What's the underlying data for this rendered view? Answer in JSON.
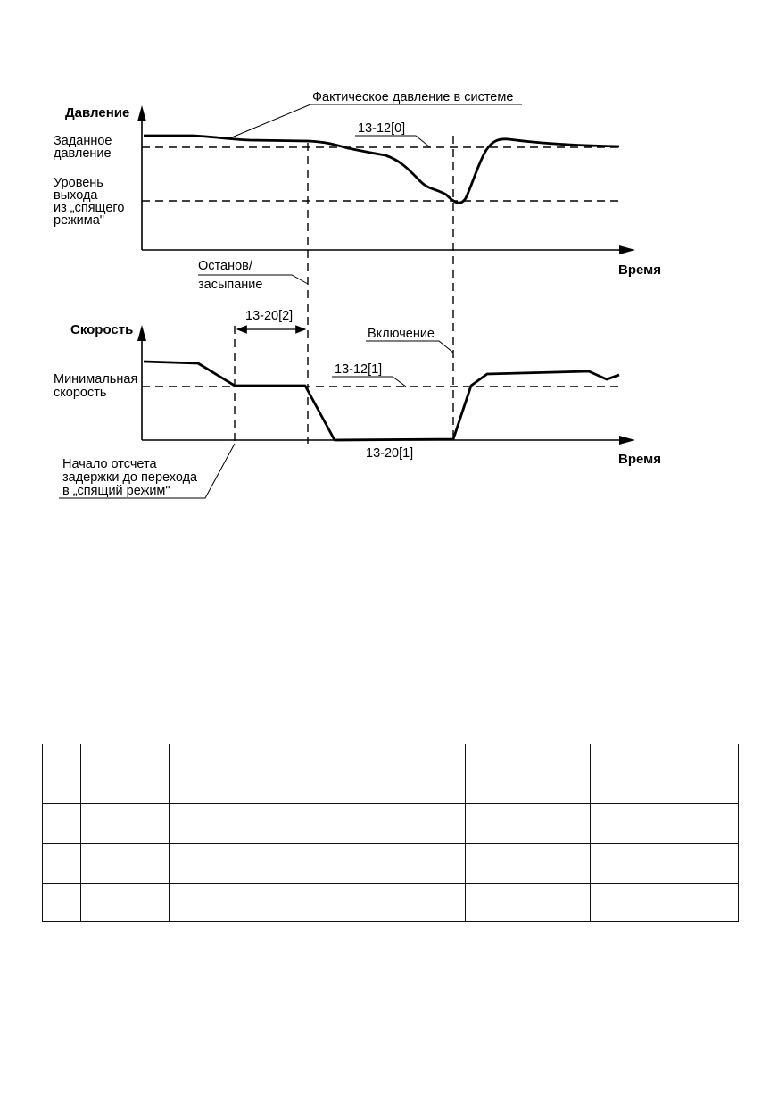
{
  "diagram": {
    "pressure_chart": {
      "y_axis_label": "Давление",
      "x_axis_label": "Время",
      "set_pressure_label": [
        "Заданное",
        "давление"
      ],
      "wake_level_label": [
        "Уровень",
        "выхода",
        "из „спящего",
        "режима\""
      ],
      "actual_pressure_label": "Фактическое давление в системе",
      "param_label": "13-12[0]",
      "stop_label": [
        "Останов/",
        "засыпание"
      ]
    },
    "speed_chart": {
      "y_axis_label": "Скорость",
      "x_axis_label": "Время",
      "min_speed_label": [
        "Минимальная",
        "скорость"
      ],
      "delay_param_label": "13-20[2]",
      "start_label": "Включение",
      "param_label": "13-12[1]",
      "bottom_param_label": "13-20[1]",
      "delay_start_label": [
        "Начало отсчета",
        "задержки до перехода",
        "в „спящий режим\""
      ]
    }
  },
  "table": {
    "rows": [
      [
        "",
        "",
        "",
        "",
        ""
      ],
      [
        "",
        "",
        "",
        "",
        ""
      ],
      [
        "",
        "",
        "",
        "",
        ""
      ],
      [
        "",
        "",
        "",
        "",
        ""
      ]
    ]
  }
}
